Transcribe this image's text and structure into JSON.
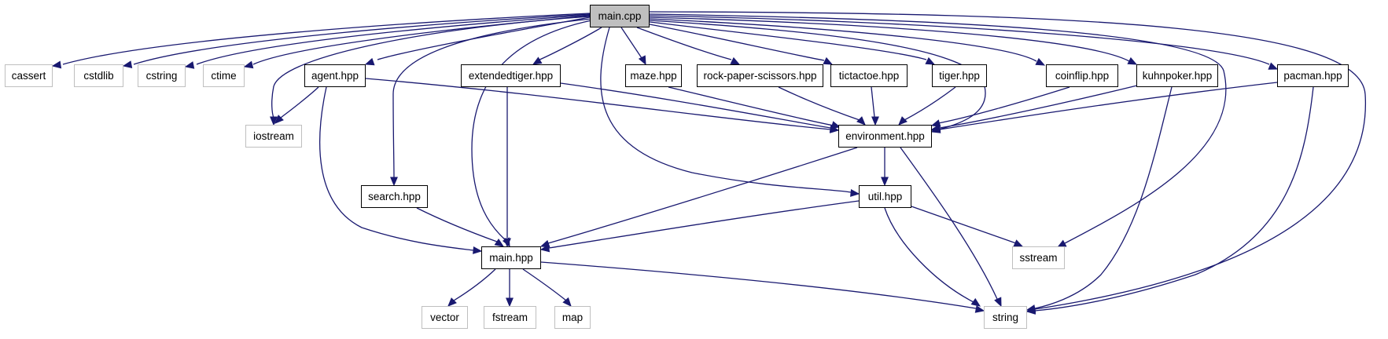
{
  "graph": {
    "nodes": {
      "main_cpp": "main.cpp",
      "cassert": "cassert",
      "cstdlib": "cstdlib",
      "cstring": "cstring",
      "ctime": "ctime",
      "agent_hpp": "agent.hpp",
      "extendedtiger_hpp": "extendedtiger.hpp",
      "maze_hpp": "maze.hpp",
      "rps_hpp": "rock-paper-scissors.hpp",
      "tictactoe_hpp": "tictactoe.hpp",
      "tiger_hpp": "tiger.hpp",
      "coinflip_hpp": "coinflip.hpp",
      "kuhnpoker_hpp": "kuhnpoker.hpp",
      "pacman_hpp": "pacman.hpp",
      "iostream": "iostream",
      "environment_hpp": "environment.hpp",
      "search_hpp": "search.hpp",
      "util_hpp": "util.hpp",
      "main_hpp": "main.hpp",
      "sstream": "sstream",
      "vector": "vector",
      "fstream": "fstream",
      "map": "map",
      "string": "string"
    },
    "node_kinds": {
      "root": "main.cpp",
      "documented": [
        "agent.hpp",
        "extendedtiger.hpp",
        "maze.hpp",
        "rock-paper-scissors.hpp",
        "tictactoe.hpp",
        "tiger.hpp",
        "coinflip.hpp",
        "kuhnpoker.hpp",
        "pacman.hpp",
        "environment.hpp",
        "search.hpp",
        "util.hpp",
        "main.hpp"
      ],
      "external": [
        "cassert",
        "cstdlib",
        "cstring",
        "ctime",
        "iostream",
        "sstream",
        "vector",
        "fstream",
        "map",
        "string"
      ]
    },
    "edges": [
      [
        "main.cpp",
        "cassert"
      ],
      [
        "main.cpp",
        "cstdlib"
      ],
      [
        "main.cpp",
        "cstring"
      ],
      [
        "main.cpp",
        "ctime"
      ],
      [
        "main.cpp",
        "iostream"
      ],
      [
        "main.cpp",
        "agent.hpp"
      ],
      [
        "main.cpp",
        "search.hpp"
      ],
      [
        "main.cpp",
        "main.hpp"
      ],
      [
        "main.cpp",
        "extendedtiger.hpp"
      ],
      [
        "main.cpp",
        "util.hpp"
      ],
      [
        "main.cpp",
        "maze.hpp"
      ],
      [
        "main.cpp",
        "rock-paper-scissors.hpp"
      ],
      [
        "main.cpp",
        "tictactoe.hpp"
      ],
      [
        "main.cpp",
        "tiger.hpp"
      ],
      [
        "main.cpp",
        "environment.hpp"
      ],
      [
        "main.cpp",
        "coinflip.hpp"
      ],
      [
        "main.cpp",
        "kuhnpoker.hpp"
      ],
      [
        "main.cpp",
        "pacman.hpp"
      ],
      [
        "main.cpp",
        "sstream"
      ],
      [
        "main.cpp",
        "string"
      ],
      [
        "agent.hpp",
        "iostream"
      ],
      [
        "agent.hpp",
        "main.hpp"
      ],
      [
        "agent.hpp",
        "environment.hpp"
      ],
      [
        "extendedtiger.hpp",
        "main.hpp"
      ],
      [
        "extendedtiger.hpp",
        "environment.hpp"
      ],
      [
        "maze.hpp",
        "environment.hpp"
      ],
      [
        "rock-paper-scissors.hpp",
        "environment.hpp"
      ],
      [
        "tictactoe.hpp",
        "environment.hpp"
      ],
      [
        "tiger.hpp",
        "environment.hpp"
      ],
      [
        "coinflip.hpp",
        "environment.hpp"
      ],
      [
        "kuhnpoker.hpp",
        "environment.hpp"
      ],
      [
        "kuhnpoker.hpp",
        "string"
      ],
      [
        "pacman.hpp",
        "environment.hpp"
      ],
      [
        "pacman.hpp",
        "string"
      ],
      [
        "environment.hpp",
        "main.hpp"
      ],
      [
        "environment.hpp",
        "util.hpp"
      ],
      [
        "environment.hpp",
        "string"
      ],
      [
        "search.hpp",
        "main.hpp"
      ],
      [
        "util.hpp",
        "main.hpp"
      ],
      [
        "util.hpp",
        "sstream"
      ],
      [
        "util.hpp",
        "string"
      ],
      [
        "main.hpp",
        "vector"
      ],
      [
        "main.hpp",
        "fstream"
      ],
      [
        "main.hpp",
        "map"
      ],
      [
        "main.hpp",
        "string"
      ]
    ],
    "colors": {
      "edge": "#191970",
      "documented_border": "#000000",
      "external_border": "#bfbfbf",
      "root_fill": "#bfbfbf"
    }
  }
}
